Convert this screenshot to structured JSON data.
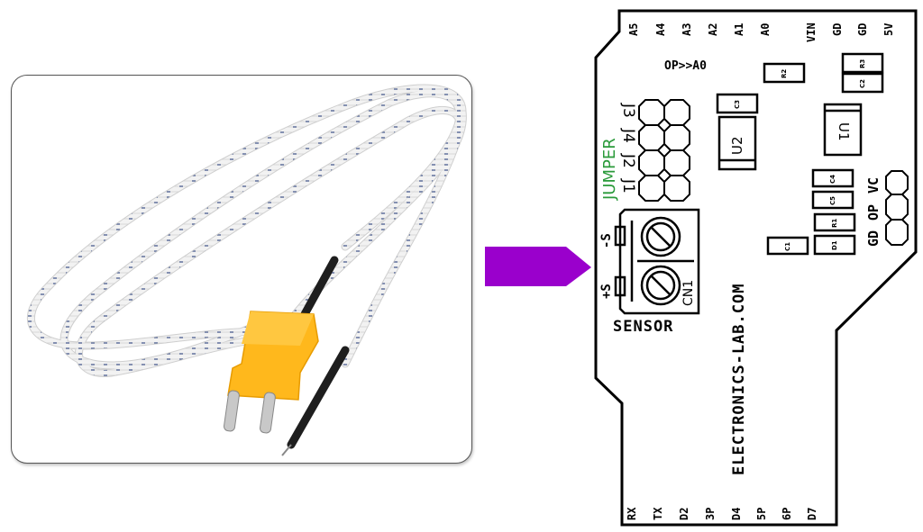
{
  "left_photo": {
    "subject": "K-type thermocouple probe with braided fiberglass cable and yellow mini connector",
    "colors": {
      "connector": "#ffb81c",
      "cable": "#f4f4f4",
      "cable_stripe": "#3a4f86",
      "sleeve": "#1e1e1e",
      "pins": "#c8c8c8"
    }
  },
  "arrow": {
    "color": "#9a00cc",
    "direction": "right"
  },
  "board": {
    "site_label": "ELECTRONICS-LAB.COM",
    "top_pins": [
      "A5",
      "A4",
      "A3",
      "A2",
      "A1",
      "A0",
      "VIN",
      "GD",
      "GD",
      "5V"
    ],
    "bottom_pins": [
      "RX",
      "TX",
      "D2",
      "3P",
      "D4",
      "5P",
      "6P",
      "D7"
    ],
    "op_label": "OP>>A0",
    "jumper": {
      "title": "JUMPER",
      "labels": [
        "J3",
        "J4",
        "J2",
        "J1"
      ]
    },
    "sensor": {
      "title": "SENSOR",
      "connector": "CN1",
      "minus": "-S",
      "plus": "+S"
    },
    "header3": {
      "labels": [
        "VC",
        "OP",
        "GD"
      ]
    },
    "components": {
      "r2": "R2",
      "r3": "R3",
      "c2": "C2",
      "c3": "C3",
      "u1": "U1",
      "u2": "U2",
      "c4": "C4",
      "c5": "C5",
      "r1": "R1",
      "d1": "D1",
      "c1": "C1"
    },
    "colors": {
      "outline": "#000000",
      "jumper_text": "#2a9a3a"
    }
  }
}
